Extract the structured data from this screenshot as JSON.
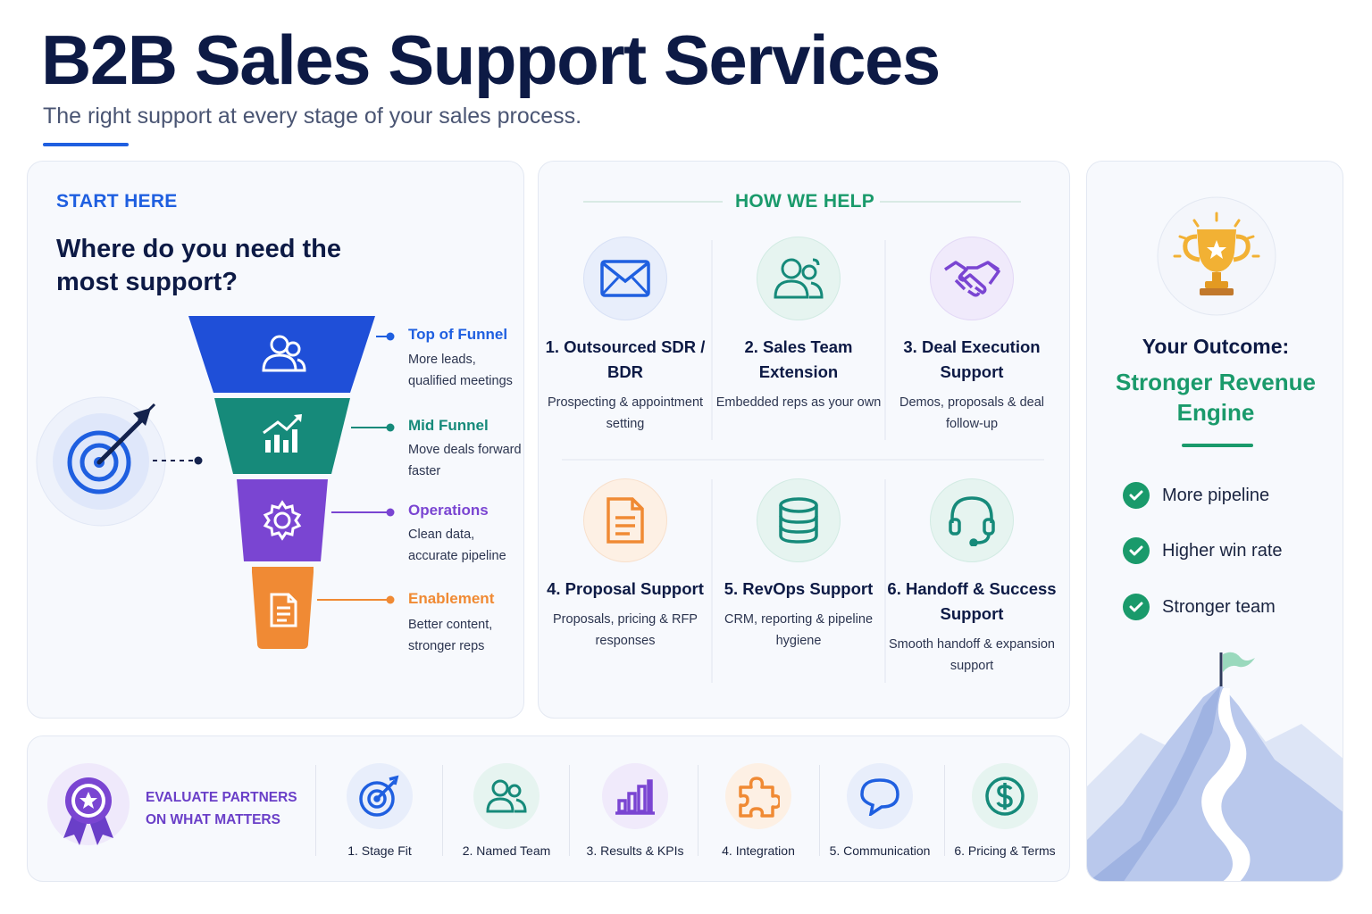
{
  "header": {
    "title": "B2B Sales Support Services",
    "subtitle": "The right support at every stage of your sales process."
  },
  "start": {
    "eyebrow": "START HERE",
    "question": "Where do you need the most support?",
    "stages": [
      {
        "title": "Top of Funnel",
        "desc": "More leads, qualified meetings",
        "color": "#1f5fe0",
        "icon": "users-icon"
      },
      {
        "title": "Mid Funnel",
        "desc": "Move deals forward faster",
        "color": "#168a7a",
        "icon": "growth-chart-icon"
      },
      {
        "title": "Operations",
        "desc": "Clean data, accurate pipeline",
        "color": "#7a45d2",
        "icon": "gear-icon"
      },
      {
        "title": "Enablement",
        "desc": "Better content, stronger reps",
        "color": "#f08a34",
        "icon": "document-icon"
      }
    ]
  },
  "help": {
    "eyebrow": "HOW WE HELP",
    "services": [
      {
        "title": "1. Outsourced SDR / BDR",
        "desc": "Prospecting & appointment setting",
        "color": "#1f5fe0",
        "icon": "envelope-icon"
      },
      {
        "title": "2. Sales Team Extension",
        "desc": "Embedded reps as your own",
        "color": "#168a7a",
        "icon": "team-icon"
      },
      {
        "title": "3. Deal Execution Support",
        "desc": "Demos, proposals & deal follow-up",
        "color": "#7a45d2",
        "icon": "handshake-icon"
      },
      {
        "title": "4. Proposal Support",
        "desc": "Proposals, pricing & RFP responses",
        "color": "#f08a34",
        "icon": "document-icon"
      },
      {
        "title": "5. RevOps Support",
        "desc": "CRM, reporting & pipeline hygiene",
        "color": "#168a7a",
        "icon": "database-icon"
      },
      {
        "title": "6. Handoff & Success Support",
        "desc": "Smooth handoff & expansion support",
        "color": "#168a7a",
        "icon": "headset-icon"
      }
    ]
  },
  "outcome": {
    "lead": "Your Outcome:",
    "headline": "Stronger Revenue Engine",
    "items": [
      "More pipeline",
      "Higher win rate",
      "Stronger team"
    ]
  },
  "evaluate": {
    "title": "EVALUATE PARTNERS ON WHAT MATTERS",
    "criteria": [
      {
        "label": "1. Stage Fit",
        "color": "#1f5fe0",
        "icon": "target-icon"
      },
      {
        "label": "2. Named Team",
        "color": "#168a7a",
        "icon": "team-icon"
      },
      {
        "label": "3. Results & KPIs",
        "color": "#7a45d2",
        "icon": "bar-chart-icon"
      },
      {
        "label": "4. Integration",
        "color": "#f08a34",
        "icon": "puzzle-icon"
      },
      {
        "label": "5. Communication",
        "color": "#1f5fe0",
        "icon": "chat-bubble-icon"
      },
      {
        "label": "6. Pricing & Terms",
        "color": "#168a7a",
        "icon": "dollar-icon"
      }
    ]
  }
}
